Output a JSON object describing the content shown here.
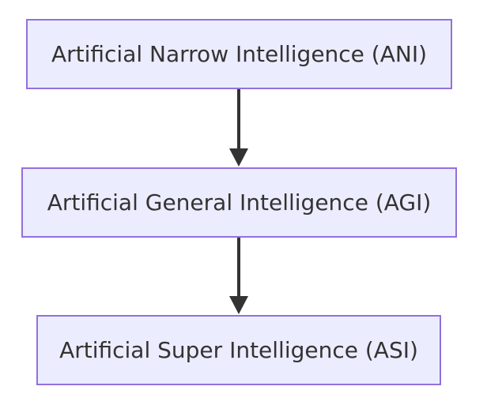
{
  "diagram": {
    "type": "flowchart",
    "direction": "top-to-bottom",
    "nodes": [
      {
        "id": "ani",
        "label": "Artificial Narrow Intelligence (ANI)"
      },
      {
        "id": "agi",
        "label": "Artificial General Intelligence (AGI)"
      },
      {
        "id": "asi",
        "label": "Artificial Super Intelligence (ASI)"
      }
    ],
    "edges": [
      {
        "from": "ani",
        "to": "agi"
      },
      {
        "from": "agi",
        "to": "asi"
      }
    ],
    "colors": {
      "node_fill": "#ECECFF",
      "node_border": "#9370DB",
      "text": "#333333",
      "edge": "#333333"
    }
  }
}
